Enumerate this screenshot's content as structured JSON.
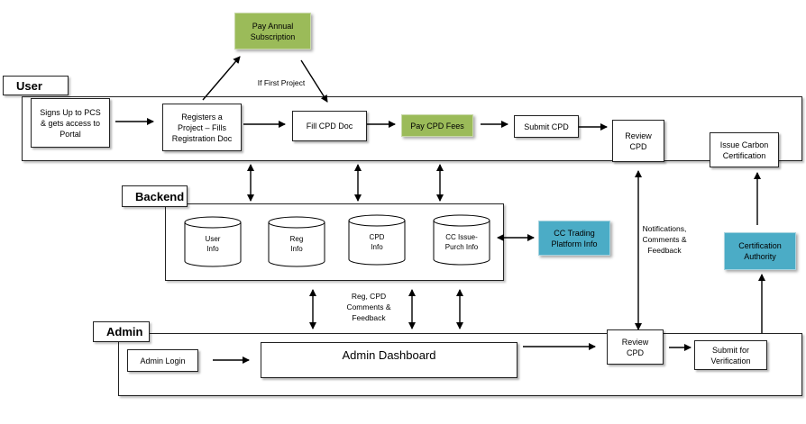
{
  "lanes": {
    "user": "User",
    "backend": "Backend",
    "admin": "Admin"
  },
  "user": {
    "signup": "Signs Up to PCS\n& gets access to\nPortal",
    "register": "Registers a\nProject – Fills\nRegistration Doc",
    "pay_annual": "Pay Annual\nSubscription",
    "if_first": "If First Project",
    "fill_cpd": "Fill CPD Doc",
    "pay_cpd": "Pay CPD Fees",
    "submit_cpd": "Submit CPD",
    "review_cpd": "Review\nCPD",
    "issue_cert": "Issue Carbon\nCertification"
  },
  "backend": {
    "db": [
      "User\nInfo",
      "Reg\nInfo",
      "CPD\nInfo",
      "CC Issue-\nPurch Info"
    ],
    "cc_trading": "CC Trading\nPlatform Info",
    "notif": "Notifications,\nComments &\nFeedback",
    "reg_cpd": "Reg, CPD\nComments &\nFeedback",
    "cert_authority": "Certification\nAuthority"
  },
  "admin": {
    "login": "Admin Login",
    "dashboard": "Admin Dashboard",
    "review_cpd": "Review\nCPD",
    "submit_verif": "Submit for\nVerification"
  },
  "colors": {
    "green": "#9bbb59",
    "teal": "#4bacc6"
  }
}
